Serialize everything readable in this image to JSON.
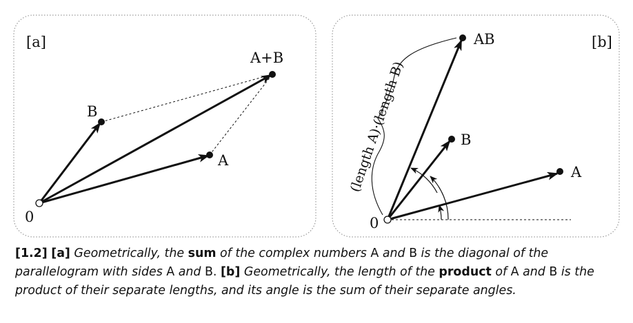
{
  "panel_a": {
    "tag": "[a]",
    "labels": {
      "origin": "0",
      "a": "A",
      "b": "B",
      "sum": "A+B"
    }
  },
  "panel_b": {
    "tag": "[b]",
    "labels": {
      "origin": "0",
      "a": "A",
      "b": "B",
      "product": "AB",
      "brace_label": "(length A)·(length B)"
    }
  },
  "caption": {
    "number": "[1.2]",
    "tag_a": "[a]",
    "a_text_1": "Geometrically, the",
    "a_bold": "sum",
    "a_text_2": "of the complex numbers",
    "a_var1": "A",
    "a_and": "and",
    "a_var2": "B",
    "a_text_3": "is the diagonal of the parallelogram with sides",
    "a_var3": "A",
    "a_and2": "and",
    "a_var4": "B",
    "a_period": ".",
    "tag_b": "[b]",
    "b_text_1": "Geometrically, the length of the",
    "b_bold": "product",
    "b_text_2": "of",
    "b_var1": "A",
    "b_and": "and",
    "b_var2": "B",
    "b_text_3": "is the product of their separate lengths, and its angle is the sum of their separate angles."
  },
  "colors": {
    "ink": "#111111",
    "panel_border": "#9a9a9a"
  }
}
